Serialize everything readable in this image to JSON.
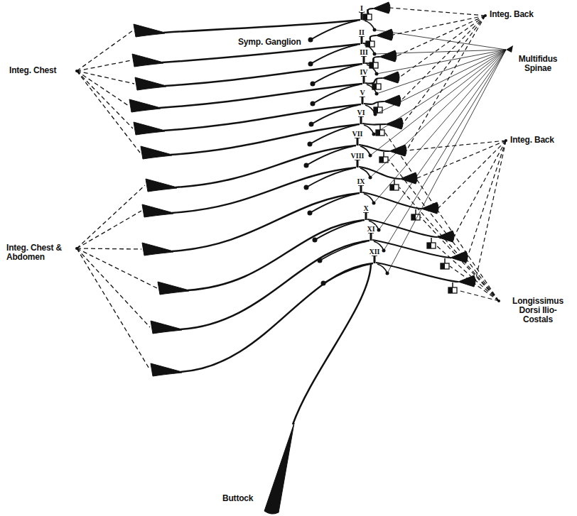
{
  "diagram": {
    "labels": [
      "Integ. Back",
      "Symp. Ganglion",
      "Integ. Chest",
      "Multifidus Spinae",
      "Integ. Back",
      "Integ. Chest & Abdomen",
      "Longissimus Dorsi Ilio-Costals",
      "Buttock",
      "I",
      "II",
      "III",
      "IV",
      "V",
      "VI",
      "VII",
      "VIII",
      "IX",
      "X",
      "XI",
      "XII"
    ]
  }
}
